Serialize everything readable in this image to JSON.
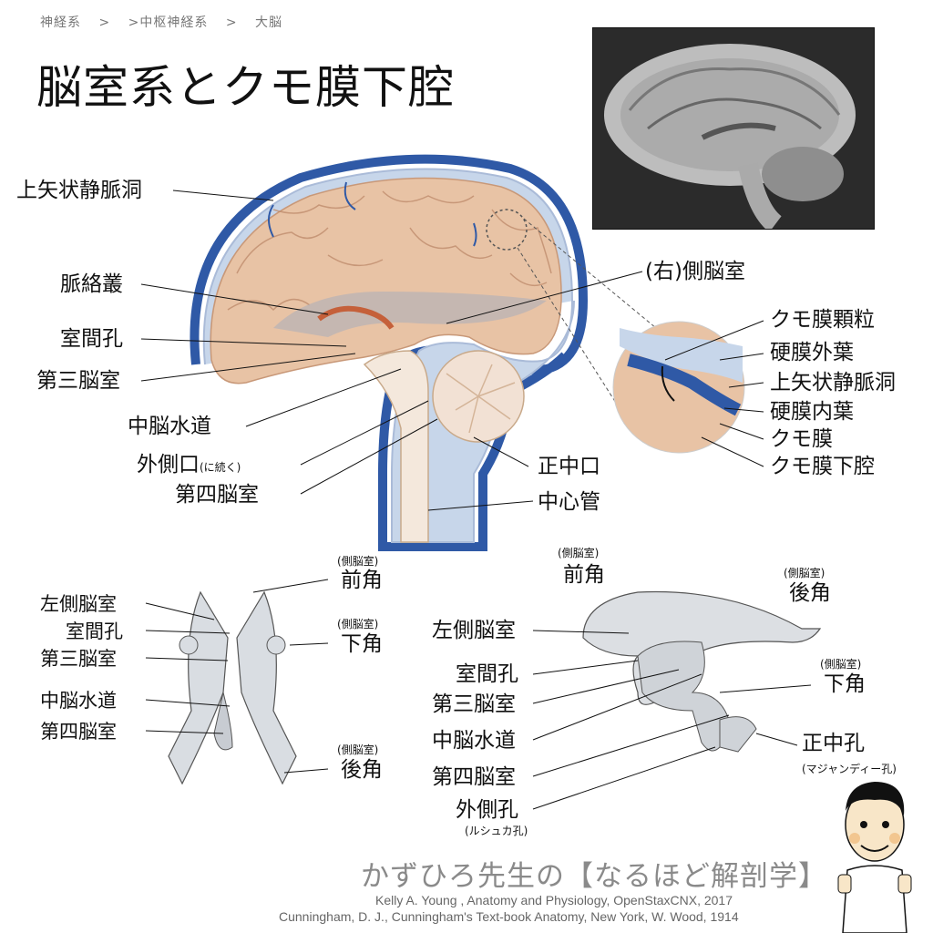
{
  "breadcrumb": [
    "神経系",
    ">",
    ">中枢神経系",
    ">",
    "大脳"
  ],
  "title": "脳室系とクモ膜下腔",
  "main_labels": {
    "superior_sagittal_sinus": "上矢状静脈洞",
    "choroid_plexus": "脈絡叢",
    "interventricular_foramen": "室間孔",
    "third_ventricle": "第三脳室",
    "cerebral_aqueduct": "中脳水道",
    "lateral_aperture": "外側口",
    "lateral_aperture_note": "(に続く)",
    "fourth_ventricle": "第四脳室",
    "right_lateral_ventricle": "(右)側脳室",
    "median_aperture": "正中口",
    "central_canal": "中心管"
  },
  "zoom_labels": {
    "arachnoid_granulation": "クモ膜顆粒",
    "dura_outer": "硬膜外葉",
    "sinus": "上矢状静脈洞",
    "dura_inner": "硬膜内葉",
    "arachnoid": "クモ膜",
    "subarachnoid_space": "クモ膜下腔"
  },
  "front_view": {
    "left_lateral_ventricle": "左側脳室",
    "interventricular_foramen": "室間孔",
    "third_ventricle": "第三脳室",
    "cerebral_aqueduct": "中脳水道",
    "fourth_ventricle": "第四脳室",
    "anterior_horn_note": "(側脳室)",
    "anterior_horn": "前角",
    "inferior_horn_note": "(側脳室)",
    "inferior_horn": "下角",
    "posterior_horn_note": "(側脳室)",
    "posterior_horn": "後角"
  },
  "side_view": {
    "anterior_horn_note": "(側脳室)",
    "anterior_horn": "前角",
    "posterior_horn_note": "(側脳室)",
    "posterior_horn": "後角",
    "left_lateral_ventricle": "左側脳室",
    "interventricular_foramen": "室間孔",
    "third_ventricle": "第三脳室",
    "inferior_horn_note": "(側脳室)",
    "inferior_horn": "下角",
    "cerebral_aqueduct": "中脳水道",
    "median_aperture": "正中孔",
    "median_aperture_note": "(マジャンディー孔)",
    "fourth_ventricle": "第四脳室",
    "lateral_aperture": "外側孔",
    "lateral_aperture_note": "(ルシュカ孔)"
  },
  "footer": {
    "brand": "かずひろ先生の【なるほど解剖学】",
    "credit1": "Kelly A. Young , Anatomy and Physiology, OpenStaxCNX, 2017",
    "credit2": "Cunningham, D. J., Cunningham's Text-book Anatomy, New York, W. Wood, 1914"
  },
  "colors": {
    "brain": "#e8c3a5",
    "sinus_blue": "#2f59a6",
    "csf_light_blue": "#c7d6ea",
    "choroid": "#c5603a"
  }
}
